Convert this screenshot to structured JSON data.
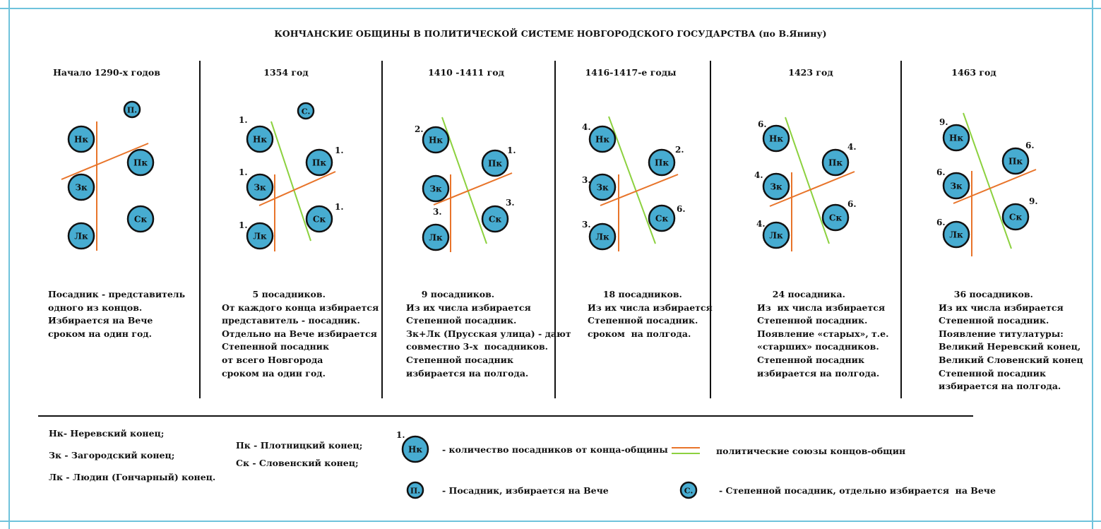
{
  "title": "КОНЧАНСКИЕ ОБЩИНЫ В  ПОЛИТИЧЕСКОЙ СИСТЕМЕ  НОВГОРОДСКОГО ГОСУДАРСТВА (по В.Янину)",
  "colors": {
    "node_fill": "#47acd1",
    "node_stroke": "#111111",
    "alliance_orange": "#e8742a",
    "alliance_green": "#8cd13f",
    "frame": "#6fc3dc"
  },
  "periods": [
    {
      "title": "Начало 1290-х годов",
      "nodes": [
        {
          "label": "Нк",
          "count": ""
        },
        {
          "label": "Пк",
          "count": ""
        },
        {
          "label": "Зк",
          "count": ""
        },
        {
          "label": "Ск",
          "count": ""
        },
        {
          "label": "Лк",
          "count": ""
        }
      ],
      "extra": {
        "label": "П.",
        "kind": "posadnik"
      },
      "description": "Посадник - представитель\nодного из концов.\nИзбирается на Вече\nсроком на один год."
    },
    {
      "title": "1354 год",
      "nodes": [
        {
          "label": "Нк",
          "count": "1."
        },
        {
          "label": "Пк",
          "count": "1."
        },
        {
          "label": "Зк",
          "count": "1."
        },
        {
          "label": "Ск",
          "count": "1."
        },
        {
          "label": "Лк",
          "count": "1."
        }
      ],
      "extra": {
        "label": "С.",
        "kind": "stepennoy"
      },
      "description": "          5 посадников.\nОт каждого конца избирается\nпредставитель - посадник.\nОтдельно на Вече избирается\nСтепенной посадник\nот всего Новгорода\nсроком на один год."
    },
    {
      "title": "1410 -1411 год",
      "nodes": [
        {
          "label": "Нк",
          "count": "2."
        },
        {
          "label": "Пк",
          "count": "1."
        },
        {
          "label": "Зк",
          "count": ""
        },
        {
          "label": "Ск",
          "count": "3."
        },
        {
          "label": "Лк",
          "count": "3."
        }
      ],
      "description": "     9 посадников.\nИз их числа избирается\nСтепенной посадник.\nЗк+Лк (Прусская улица) - дают\nсовместно 3-х  посадников.\nСтепенной посадник\nизбирается на полгода."
    },
    {
      "title": "1416-1417-е  годы",
      "nodes": [
        {
          "label": "Нк",
          "count": "4."
        },
        {
          "label": "Пк",
          "count": "2."
        },
        {
          "label": "Зк",
          "count": "3."
        },
        {
          "label": "Ск",
          "count": "6."
        },
        {
          "label": "Лк",
          "count": "3."
        }
      ],
      "description": "     18 посадников.\nИз их числа избирается\nСтепенной посадник.\nсроком  на полгода."
    },
    {
      "title": "1423 год",
      "nodes": [
        {
          "label": "Нк",
          "count": "6."
        },
        {
          "label": "Пк",
          "count": "4."
        },
        {
          "label": "Зк",
          "count": "4."
        },
        {
          "label": "Ск",
          "count": "6."
        },
        {
          "label": "Лк",
          "count": "4."
        }
      ],
      "description": "     24 посадника.\nИз  их числа избирается\nСтепенной посадник.\nПоявление «старых», т.е.\n«старших» посадников.\nСтепенной посадник\nизбирается на полгода."
    },
    {
      "title": "1463 год",
      "nodes": [
        {
          "label": "Нк",
          "count": "9."
        },
        {
          "label": "Пк",
          "count": "6."
        },
        {
          "label": "Зк",
          "count": "6."
        },
        {
          "label": "Ск",
          "count": "9."
        },
        {
          "label": "Лк",
          "count": "6."
        }
      ],
      "description": "     36 посадников.\nИз их числа избирается\nСтепенной посадник.\nПоявление титулатуры:\nВеликий Неревский конец,\nВеликий Словенский конец\nСтепенной посадник\nизбирается на полгода."
    }
  ],
  "legend": {
    "ends_col1": [
      "Нк- Неревский конец;",
      "Зк - Загородский конец;",
      "Лк - Людин (Гончарный) конец."
    ],
    "ends_col2": [
      "Пк - Плотницкий конец;",
      "Ск - Словенский конец;"
    ],
    "node_example": {
      "label": "Нк",
      "count": "1.",
      "text": "- количество посадников от конца-общины"
    },
    "alliance_text": "политические союзы концов-общин",
    "posadnik": {
      "label": "П.",
      "text": "- Посадник, избирается на Вече"
    },
    "stepennoy": {
      "label": "С.",
      "text": "- Степенной посадник, отдельно избирается  на Вече"
    }
  }
}
